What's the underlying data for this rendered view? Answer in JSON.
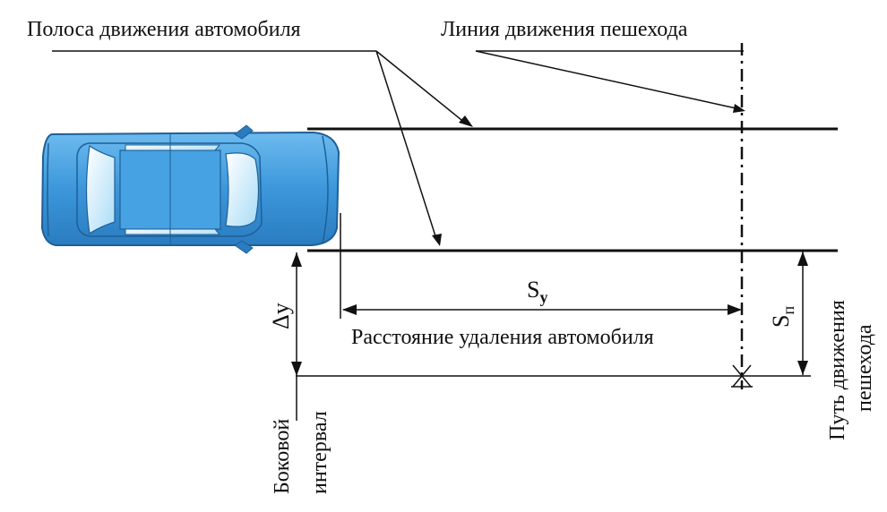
{
  "labels": {
    "lane_title": "Полоса движения автомобиля",
    "pedestrian_line_title": "Линия движения пешехода",
    "sy_main": "S",
    "sy_sub": "у",
    "distance_caption": "Расстояние удаления автомобиля",
    "delta_y": "Δу",
    "sp_main": "S",
    "sp_sub": "п",
    "side_interval_line1": "Боковой",
    "side_interval_line2": "интервал",
    "ped_path_line1": "Путь движения",
    "ped_path_line2": "пешехода"
  },
  "colors": {
    "car_body": "#4aa3e0",
    "car_dark": "#1f5f96",
    "car_glass": "#d9f1ff",
    "ink": "#111111"
  }
}
